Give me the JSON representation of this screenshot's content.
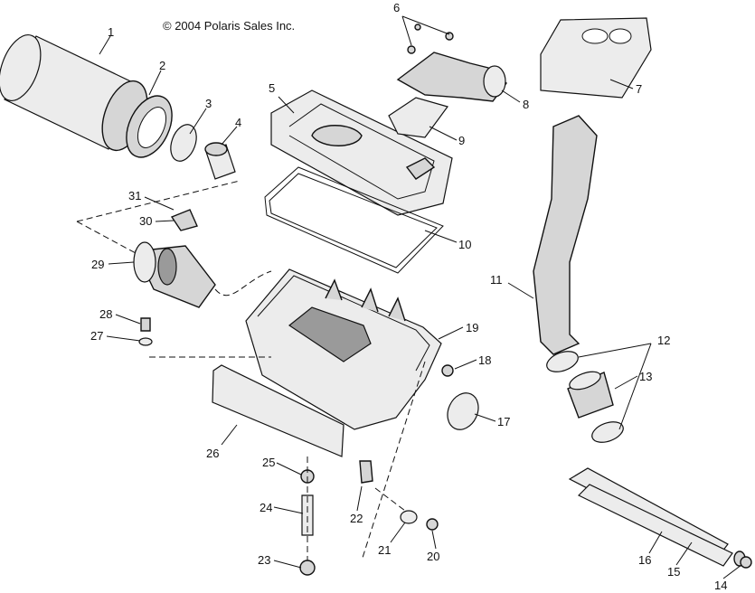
{
  "copyright": "© 2004 Polaris Sales Inc.",
  "callouts": [
    "1",
    "2",
    "3",
    "4",
    "5",
    "6",
    "7",
    "8",
    "9",
    "10",
    "11",
    "12",
    "13",
    "14",
    "15",
    "16",
    "17",
    "18",
    "19",
    "20",
    "21",
    "22",
    "23",
    "24",
    "25",
    "26",
    "27",
    "28",
    "29",
    "30",
    "31"
  ]
}
